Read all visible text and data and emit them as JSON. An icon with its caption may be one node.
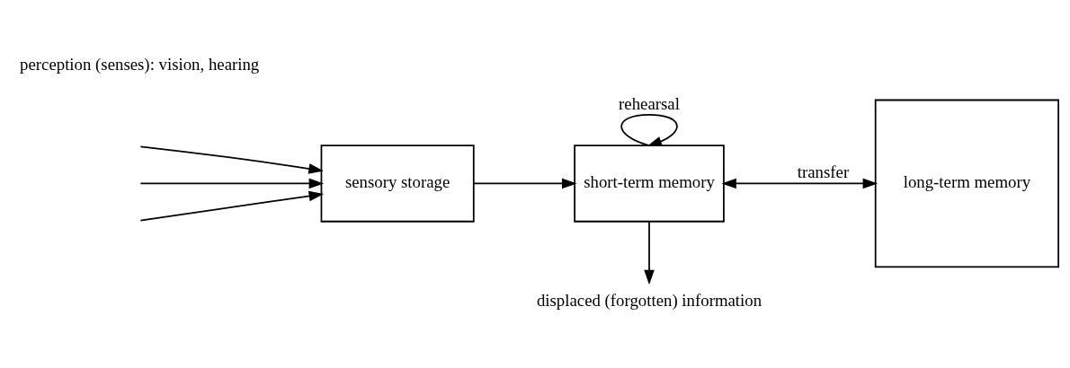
{
  "diagram": {
    "nodes": [
      {
        "text": [
          "sensory storage"
        ]
      },
      {
        "text": [
          "short-term memory"
        ]
      },
      {
        "text": [
          "long-term memory"
        ]
      },
      {
        "text": [
          "displaced (forgotten) information"
        ]
      }
    ],
    "edges": [
      {
        "from": null,
        "to": 0,
        "arrow": "to"
      },
      {
        "from": null,
        "to": 0,
        "arrow": "to"
      },
      {
        "from": null,
        "to": 0,
        "arrow": "to"
      },
      {
        "from": 0,
        "to": 1,
        "arrow": "to"
      },
      {
        "from": 1,
        "to": 1,
        "arrow": "to",
        "label": "rehearsal"
      },
      {
        "from": 1,
        "to": 2,
        "arrow": "both",
        "label": "transfer"
      },
      {
        "from": 1,
        "to": 3,
        "arrow": "to"
      }
    ],
    "labels": [
      "perception (senses): vision, hearing"
    ]
  }
}
